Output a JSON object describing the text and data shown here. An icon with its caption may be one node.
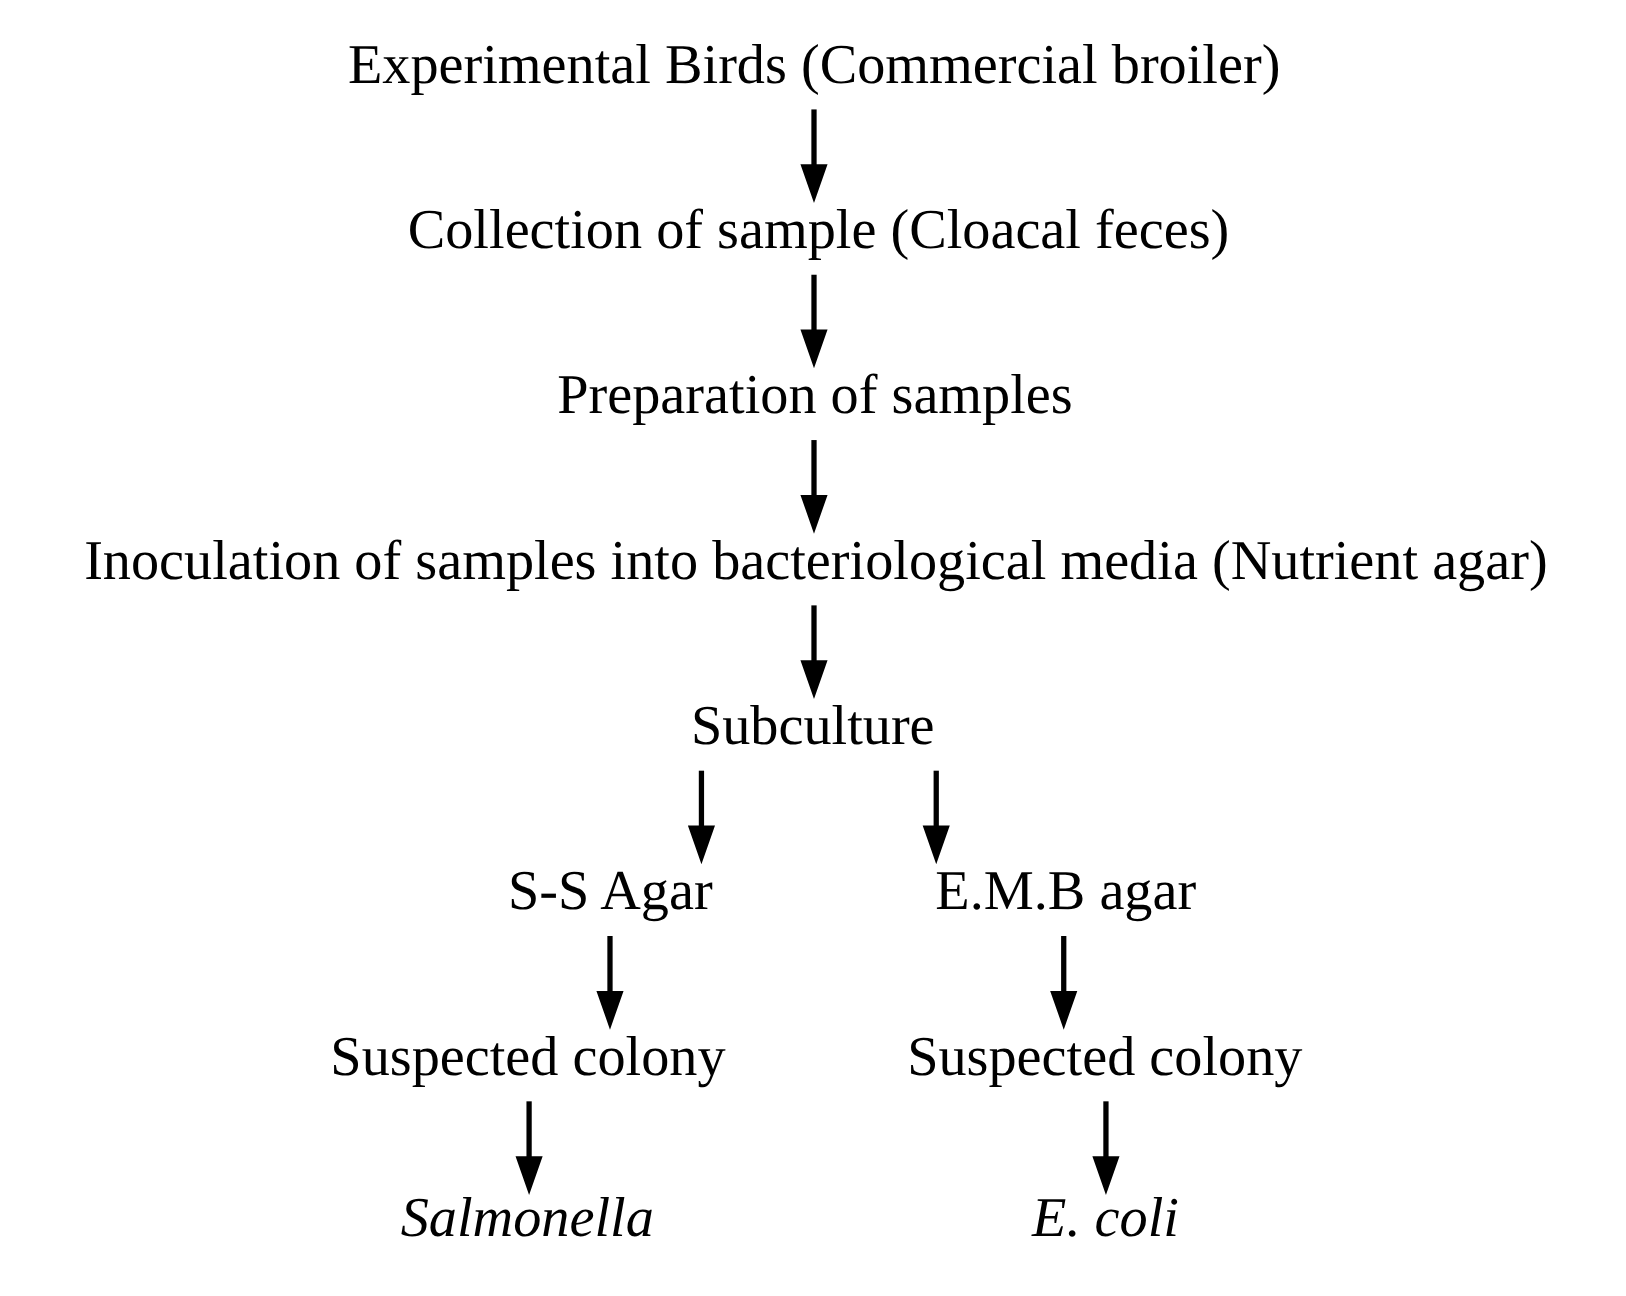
{
  "diagram": {
    "nodes": [
      {
        "text": [
          "Experimental Birds (Commercial broiler)"
        ]
      },
      {
        "text": [
          "Collection of sample (Cloacal feces)"
        ]
      },
      {
        "text": [
          "Preparation of samples"
        ]
      },
      {
        "text": [
          "Inoculation of samples into bacteriological media (Nutrient agar)"
        ]
      },
      {
        "text": [
          "Subculture"
        ]
      },
      {
        "text": [
          "S-S Agar"
        ]
      },
      {
        "text": [
          "E.M.B agar"
        ]
      },
      {
        "text": [
          "Suspected colony"
        ]
      },
      {
        "text": [
          "Suspected colony"
        ]
      },
      {
        "text": [
          "Salmonella"
        ]
      },
      {
        "text": [
          "E. coli"
        ]
      }
    ],
    "edges": [
      {
        "from": 0,
        "to": 1,
        "arrow": "to"
      },
      {
        "from": 1,
        "to": 2,
        "arrow": "to"
      },
      {
        "from": 2,
        "to": 3,
        "arrow": "to"
      },
      {
        "from": 3,
        "to": 4,
        "arrow": "to"
      },
      {
        "from": 4,
        "to": 5,
        "arrow": "to"
      },
      {
        "from": 4,
        "to": 6,
        "arrow": "to"
      },
      {
        "from": 5,
        "to": 7,
        "arrow": "to"
      },
      {
        "from": 6,
        "to": 8,
        "arrow": "to"
      },
      {
        "from": 7,
        "to": 9,
        "arrow": "to"
      },
      {
        "from": 8,
        "to": 10,
        "arrow": "to"
      }
    ]
  }
}
